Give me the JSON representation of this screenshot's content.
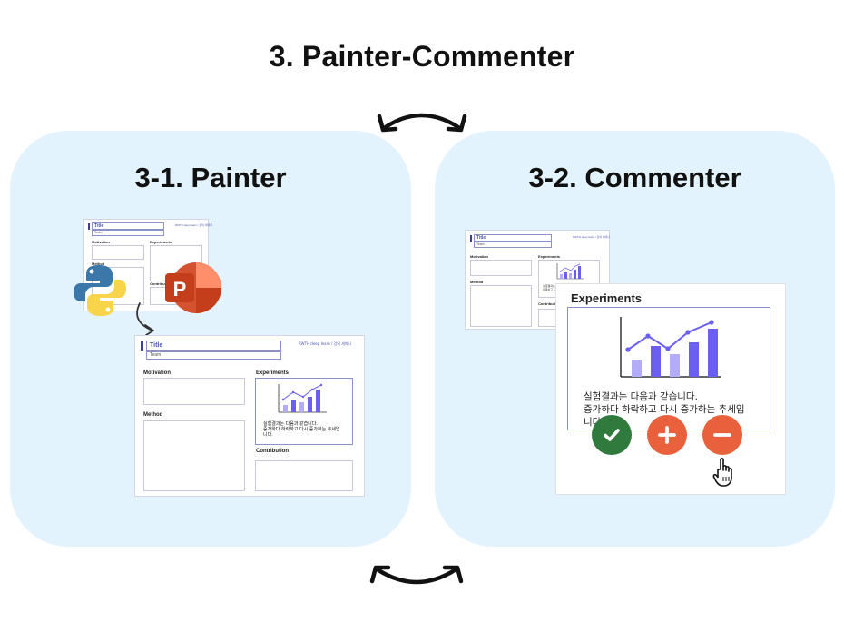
{
  "header": {
    "title": "3. Painter-Commenter"
  },
  "painter": {
    "title": "3-1. Painter",
    "small_slide": {
      "title": "Title",
      "team": "Team",
      "header_note": "RWTH deep learn / 강의 세미나",
      "motivation": "Motivation",
      "experiments": "Experiments",
      "method": "Method",
      "contribution": "Contribution"
    },
    "large_slide": {
      "title": "Title",
      "team": "Team",
      "header_note": "RWTH deep learn / 강의 세미나",
      "motivation": "Motivation",
      "experiments": "Experiments",
      "method": "Method",
      "contribution": "Contribution",
      "exp_text_line1": "실험결과는 다음과 같습니다.",
      "exp_text_line2": "증가하다 하락하고 다시 증가하는 추세입",
      "exp_text_line3": "니다."
    },
    "icons": [
      "python-logo",
      "powerpoint-logo",
      "curved-arrow-icon"
    ]
  },
  "commenter": {
    "title": "3-2. Commenter",
    "small_slide": {
      "title": "Title",
      "team": "Team",
      "header_note": "RWTH deep learn / 강의 세미나",
      "motivation": "Motivation",
      "experiments": "Experiments",
      "method": "Method",
      "contribution": "Contribution",
      "exp_text": "실험결과는 증가하다 하락하고 다시"
    },
    "zoom": {
      "heading": "Experiments",
      "text_line1": "실험결과는 다음과 같습니다.",
      "text_line2": "증가하다 하락하고 다시 증가하는 추세입",
      "text_line3": "니다."
    },
    "buttons": {
      "accept": {
        "icon": "check-icon",
        "color": "#2f7a3c"
      },
      "add": {
        "icon": "plus-icon",
        "color": "#e8613c"
      },
      "remove": {
        "icon": "minus-icon",
        "color": "#e8613c"
      }
    },
    "cursor_icon": "hand-pointer-icon"
  },
  "colors": {
    "panel_bg": "#e3f3fd",
    "bar_dark": "#6a5ff0",
    "bar_light": "#b3acf7",
    "accent_blue": "#4a56b5"
  }
}
